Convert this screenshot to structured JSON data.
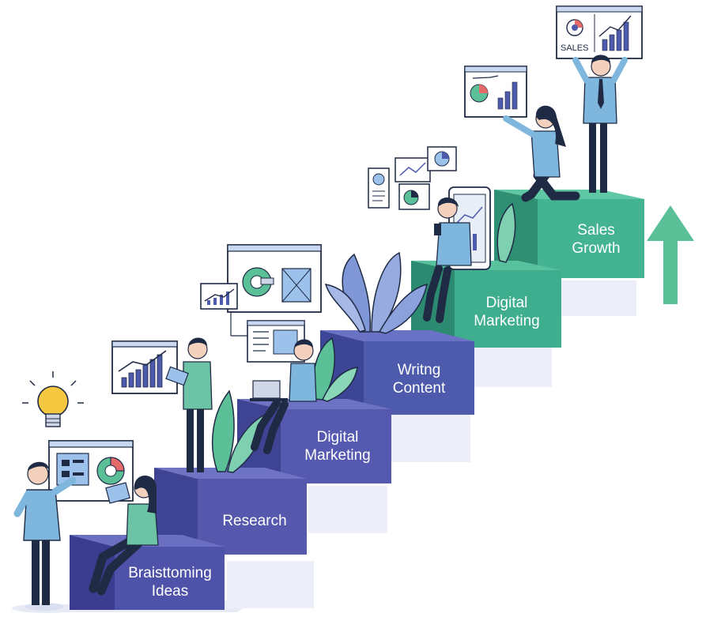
{
  "steps": [
    {
      "line1": "Braisttoming",
      "line2": "Ideas",
      "color": "#4e52a8"
    },
    {
      "line1": "Research",
      "line2": "",
      "color": "#5558ad"
    },
    {
      "line1": "Digital",
      "line2": "Marketing",
      "color": "#5559b0"
    },
    {
      "line1": "Writng",
      "line2": "Content",
      "color": "#4e5bac"
    },
    {
      "line1": "Digital",
      "line2": "Marketing",
      "color": "#3fae8f"
    },
    {
      "line1": "Sales",
      "line2": "Growth",
      "color": "#44b392"
    }
  ],
  "sales_board_label": "SALES",
  "colors": {
    "navy": "#1f2a44",
    "shirt_blue": "#7fb6dd",
    "shirt_green": "#6cc3a5",
    "plant_blue": "#7f97d6",
    "plant_green": "#5bbf98",
    "arrow": "#5bbf98",
    "bulb": "#f5c842",
    "shadow": "#e2e6f2"
  },
  "icons": [
    "light-bulb-icon",
    "pie-chart-icon",
    "bar-chart-icon",
    "line-chart-icon",
    "up-arrow-icon",
    "laptop-icon",
    "tablet-icon",
    "smartphone-icon"
  ]
}
